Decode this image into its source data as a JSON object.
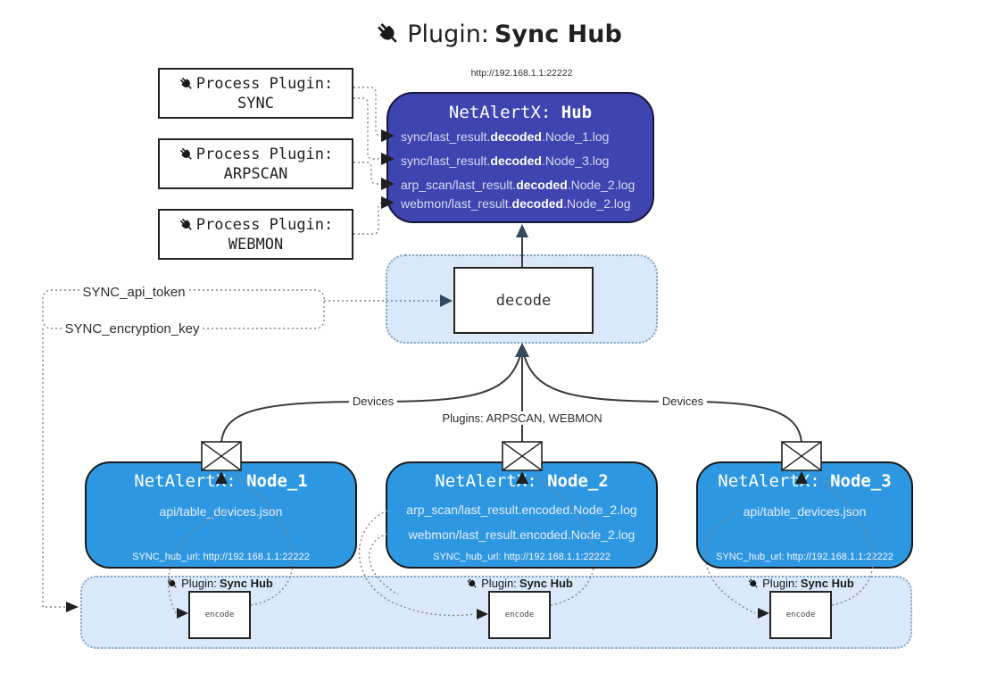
{
  "title": {
    "prefix": "Plugin: ",
    "bold": "Sync Hub"
  },
  "process_plugins": [
    {
      "label": "Process Plugin:",
      "name": "SYNC"
    },
    {
      "label": "Process Plugin:",
      "name": "ARPSCAN"
    },
    {
      "label": "Process Plugin:",
      "name": "WEBMON"
    }
  ],
  "hub": {
    "url": "http://192.168.1.1:22222",
    "title_prefix": "NetAlertX: ",
    "title_bold": "Hub",
    "lines": [
      {
        "prefix": "sync/last_result.",
        "bold": "decoded",
        "suffix": ".Node_1.log"
      },
      {
        "prefix": "sync/last_result.",
        "bold": "decoded",
        "suffix": ".Node_3.log"
      },
      {
        "prefix": "arp_scan/last_result.",
        "bold": "decoded",
        "suffix": ".Node_2.log"
      },
      {
        "prefix": "webmon/last_result.",
        "bold": "decoded",
        "suffix": ".Node_2.log"
      }
    ]
  },
  "decode": {
    "label": "decode"
  },
  "tokens": {
    "api_token": "SYNC_api_token",
    "encryption_key": "SYNC_encryption_key"
  },
  "edges": {
    "devices_left": "Devices",
    "devices_right": "Devices",
    "plugins_mid": "Plugins: ARPSCAN, WEBMON"
  },
  "nodes": [
    {
      "title_prefix": "NetAlertX: ",
      "title_bold": "Node_1",
      "lines": [
        "api/table_devices.json"
      ],
      "hub_url": "SYNC_hub_url: http://192.168.1.1:22222"
    },
    {
      "title_prefix": "NetAlertX: ",
      "title_bold": "Node_2",
      "lines": [
        "arp_scan/last_result.encoded.Node_2.log",
        "webmon/last_result.encoded.Node_2.log"
      ],
      "hub_url": "SYNC_hub_url: http://192.168.1.1:22222"
    },
    {
      "title_prefix": "NetAlertX: ",
      "title_bold": "Node_3",
      "lines": [
        "api/table_devices.json"
      ],
      "hub_url": "SYNC_hub_url: http://192.168.1.1:22222"
    }
  ],
  "encoders": [
    {
      "prefix": "Plugin: ",
      "bold": "Sync Hub",
      "box_label": "encode"
    },
    {
      "prefix": "Plugin: ",
      "bold": "Sync Hub",
      "box_label": "encode"
    },
    {
      "prefix": "Plugin: ",
      "bold": "Sync Hub",
      "box_label": "encode"
    }
  ],
  "colors": {
    "hub_fill": "#3f45b0",
    "node_fill": "#2e97e2",
    "panel_fill": "#d9e9fb",
    "panel_border": "#7fa3c4",
    "arrow_slate": "#34495e",
    "line_dark": "#3b3b3b"
  }
}
